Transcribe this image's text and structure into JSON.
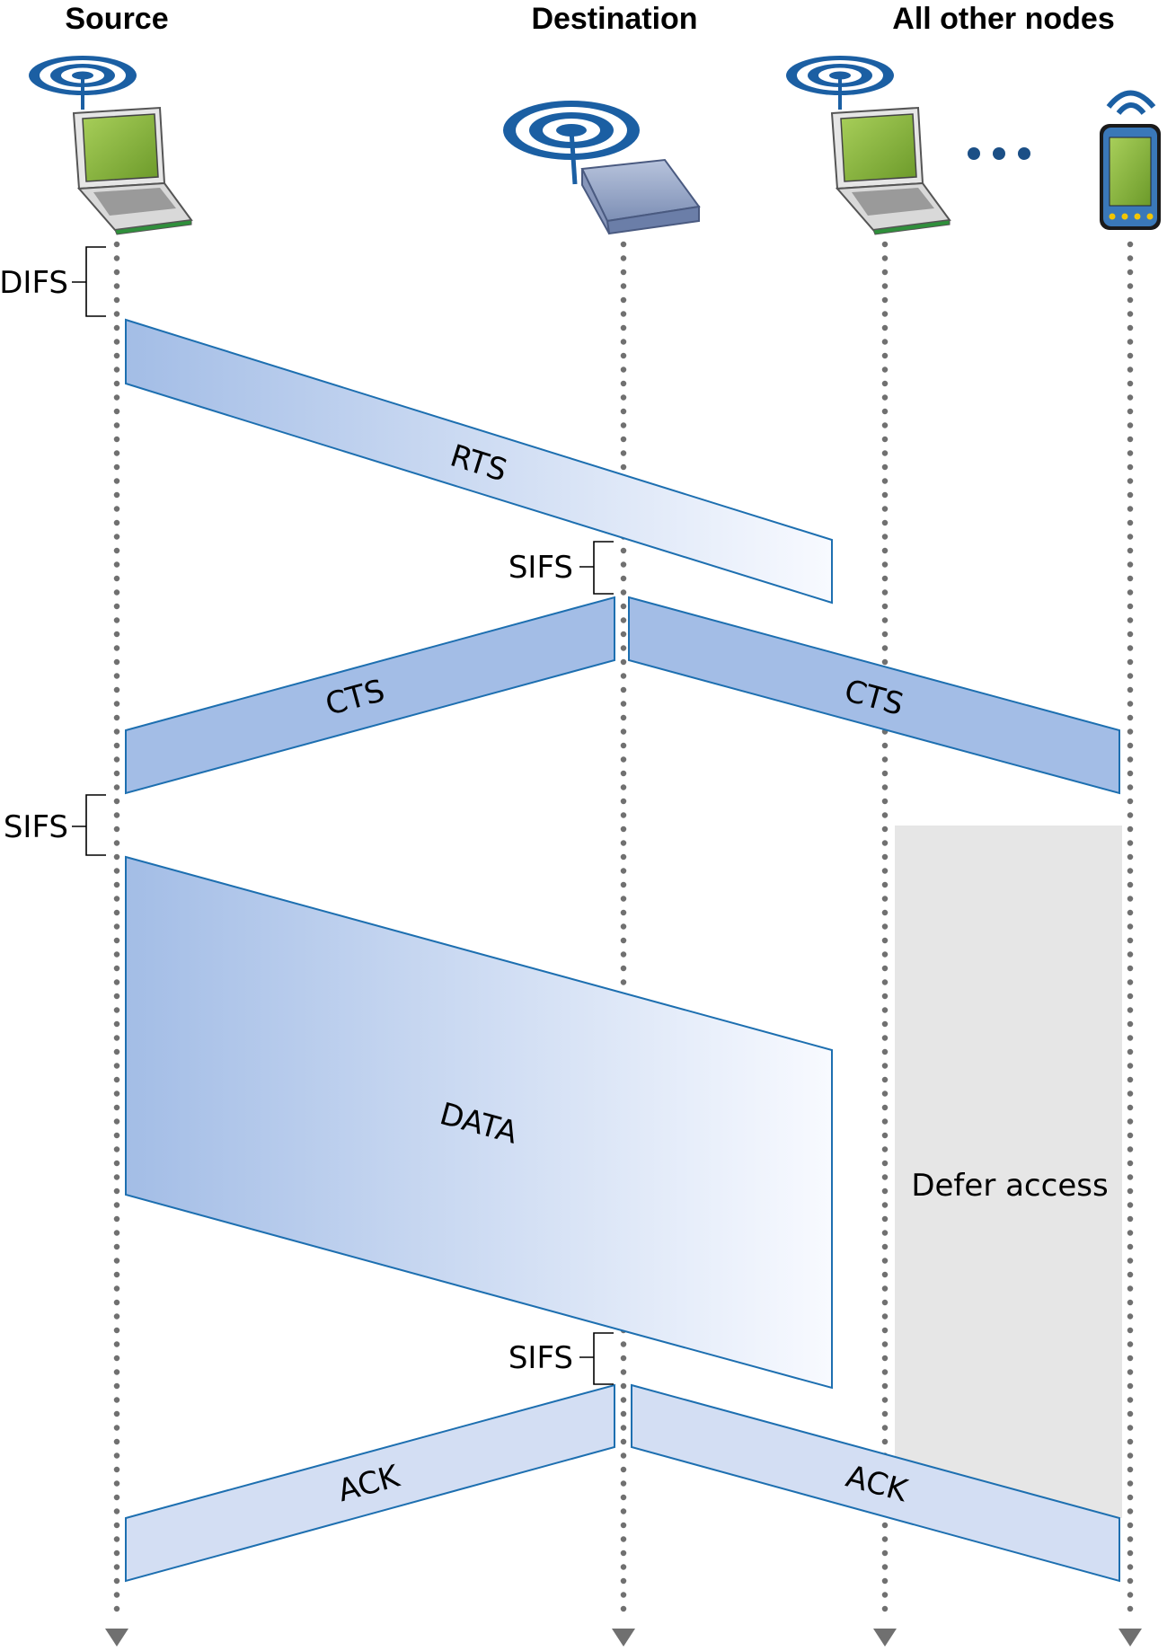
{
  "columns": {
    "source": "Source",
    "destination": "Destination",
    "others": "All other nodes"
  },
  "intervals": {
    "difs": "DIFS",
    "sifs_1": "SIFS",
    "sifs_2": "SIFS",
    "sifs_3": "SIFS"
  },
  "frames": {
    "rts": "RTS",
    "cts_source": "CTS",
    "cts_others": "CTS",
    "data": "DATA",
    "ack_source": "ACK",
    "ack_others": "ACK"
  },
  "defer": "Defer access",
  "icons": [
    "laptop-icon",
    "access-point-icon",
    "laptop-icon",
    "ellipsis-icon",
    "smartphone-icon",
    "wireless-signal-icon"
  ],
  "colors": {
    "frame_fill": "#a3bde6",
    "frame_light": "#d3def3",
    "frame_stroke": "#1d6fb0",
    "defer_fill": "#e6e6e6",
    "lifeline": "#707070",
    "signal": "#1b5fa3"
  }
}
